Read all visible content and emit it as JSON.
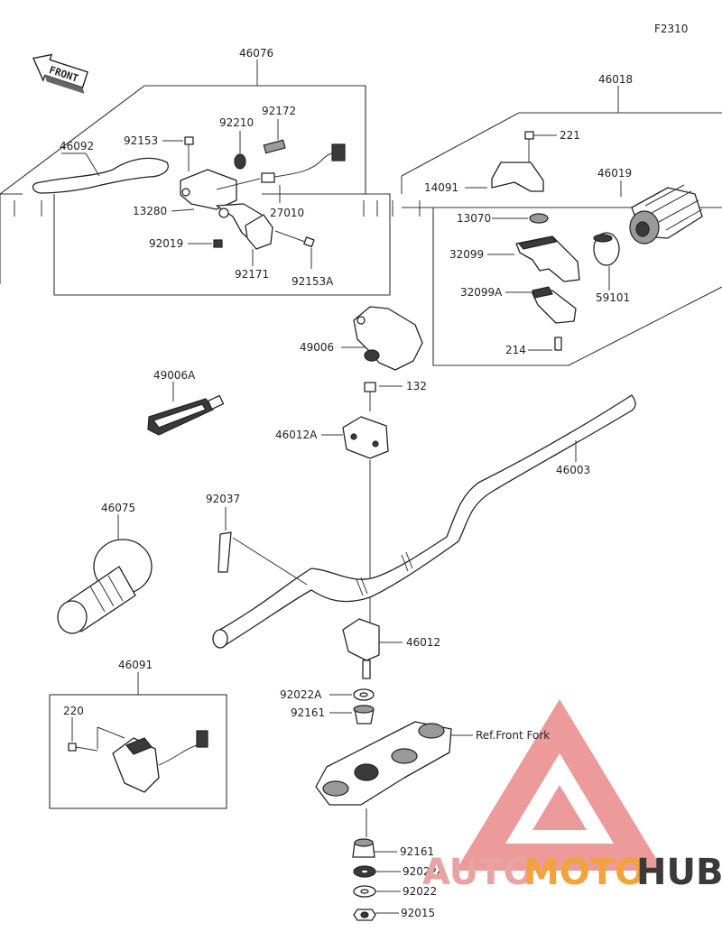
{
  "figure_code": "F2310",
  "front_label": "FRONT",
  "ref_note": "Ref.Front Fork",
  "watermark": {
    "part1": "AUTO",
    "part2": "MOTO",
    "part3": "HUB",
    "colors": {
      "auto": "#e8a3a3",
      "moto": "#f2a33a",
      "hub": "#3a3a3a",
      "logo": "#e57373"
    }
  },
  "labels": {
    "p46076": "46076",
    "p46092": "46092",
    "p92153": "92153",
    "p92210": "92210",
    "p92172": "92172",
    "p13280": "13280",
    "p27010": "27010",
    "p92019": "92019",
    "p92171": "92171",
    "p92153A": "92153A",
    "p46018": "46018",
    "p221": "221",
    "p14091": "14091",
    "p46019": "46019",
    "p13070": "13070",
    "p32099": "32099",
    "p59101": "59101",
    "p32099A": "32099A",
    "p214": "214",
    "p49006": "49006",
    "p49006A": "49006A",
    "p132": "132",
    "p46012A": "46012A",
    "p46003": "46003",
    "p92037": "92037",
    "p46075": "46075",
    "p46012": "46012",
    "p46091": "46091",
    "p220": "220",
    "p92022A_top": "92022A",
    "p92161_top": "92161",
    "p92161_bot": "92161",
    "p92022A_bot": "92022A",
    "p92022": "92022",
    "p92015": "92015"
  }
}
